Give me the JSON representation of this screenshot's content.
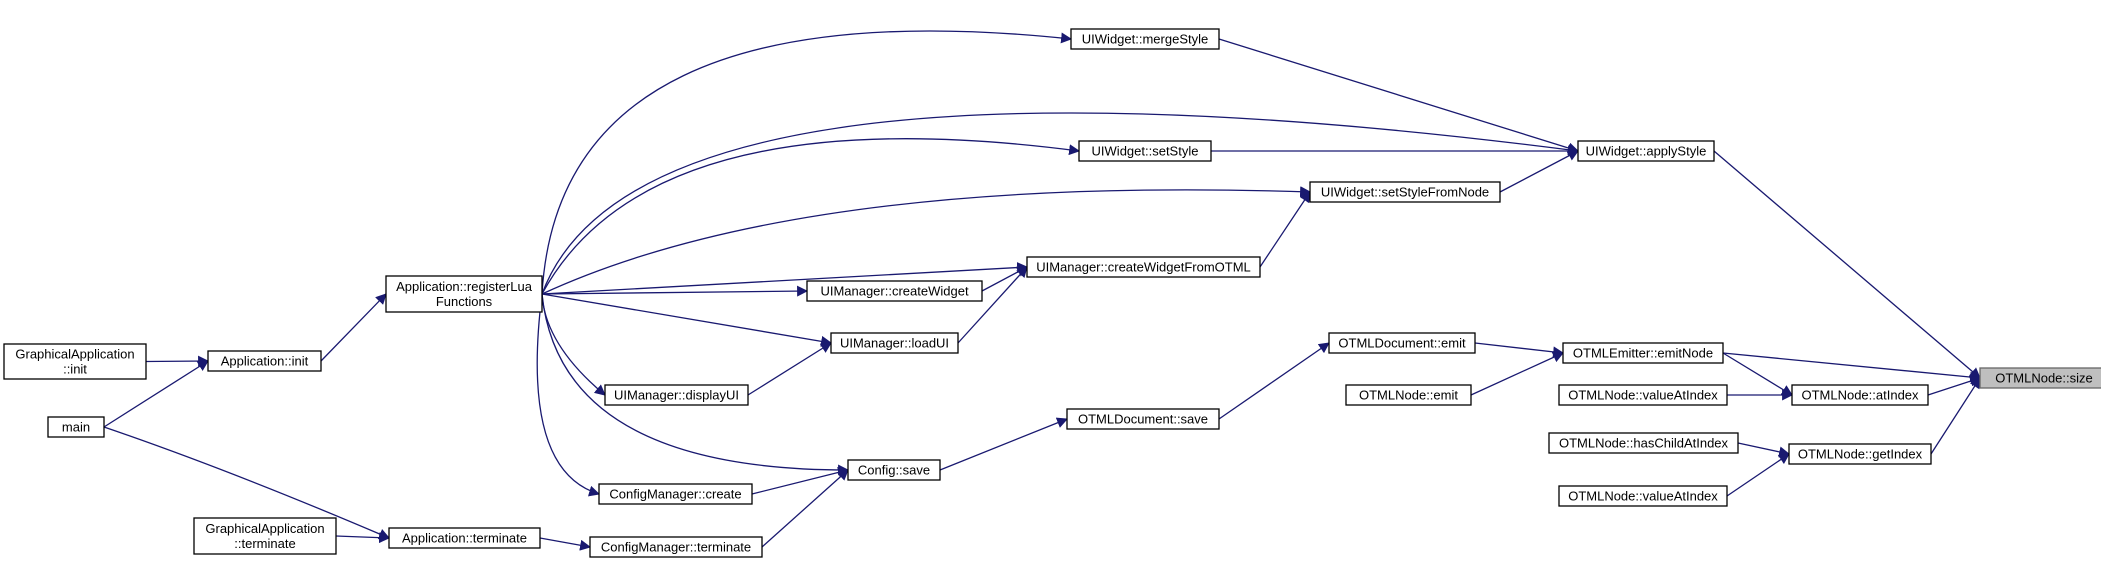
{
  "nodes": [
    {
      "id": "size",
      "lines": [
        "OTMLNode::size"
      ],
      "root": true
    },
    {
      "id": "applyStyle",
      "lines": [
        "UIWidget::applyStyle"
      ]
    },
    {
      "id": "emitNode",
      "lines": [
        "OTMLEmitter::emitNode"
      ]
    },
    {
      "id": "atIndex",
      "lines": [
        "OTMLNode::atIndex"
      ]
    },
    {
      "id": "getIndex",
      "lines": [
        "OTMLNode::getIndex"
      ]
    },
    {
      "id": "mergeStyle",
      "lines": [
        "UIWidget::mergeStyle"
      ]
    },
    {
      "id": "setStyle",
      "lines": [
        "UIWidget::setStyle"
      ]
    },
    {
      "id": "setStyleFromNode",
      "lines": [
        "UIWidget::setStyleFromNode"
      ]
    },
    {
      "id": "createWidgetFromOTML",
      "lines": [
        "UIManager::createWidgetFromOTML"
      ]
    },
    {
      "id": "createWidget",
      "lines": [
        "UIManager::createWidget"
      ]
    },
    {
      "id": "loadUI",
      "lines": [
        "UIManager::loadUI"
      ]
    },
    {
      "id": "displayUI",
      "lines": [
        "UIManager::displayUI"
      ]
    },
    {
      "id": "registerLua",
      "lines": [
        "Application::registerLua",
        "Functions"
      ]
    },
    {
      "id": "appInit",
      "lines": [
        "Application::init"
      ]
    },
    {
      "id": "gaInit",
      "lines": [
        "GraphicalApplication",
        "::init"
      ]
    },
    {
      "id": "main",
      "lines": [
        "main"
      ]
    },
    {
      "id": "docEmit",
      "lines": [
        "OTMLDocument::emit"
      ]
    },
    {
      "id": "nodeEmit",
      "lines": [
        "OTMLNode::emit"
      ]
    },
    {
      "id": "docSave",
      "lines": [
        "OTMLDocument::save"
      ]
    },
    {
      "id": "configSave",
      "lines": [
        "Config::save"
      ]
    },
    {
      "id": "cmCreate",
      "lines": [
        "ConfigManager::create"
      ]
    },
    {
      "id": "cmTerminate",
      "lines": [
        "ConfigManager::terminate"
      ]
    },
    {
      "id": "appTerminate",
      "lines": [
        "Application::terminate"
      ]
    },
    {
      "id": "gaTerminate",
      "lines": [
        "GraphicalApplication",
        "::terminate"
      ]
    },
    {
      "id": "valueAtIndex1",
      "lines": [
        "OTMLNode::valueAtIndex"
      ]
    },
    {
      "id": "hasChildAtIndex",
      "lines": [
        "OTMLNode::hasChildAtIndex"
      ]
    },
    {
      "id": "valueAtIndex2",
      "lines": [
        "OTMLNode::valueAtIndex"
      ]
    }
  ],
  "edges": [
    {
      "from": "applyStyle",
      "to": "size"
    },
    {
      "from": "emitNode",
      "to": "size"
    },
    {
      "from": "atIndex",
      "to": "size"
    },
    {
      "from": "getIndex",
      "to": "size"
    },
    {
      "from": "mergeStyle",
      "to": "applyStyle"
    },
    {
      "from": "setStyle",
      "to": "applyStyle"
    },
    {
      "from": "setStyleFromNode",
      "to": "applyStyle"
    },
    {
      "from": "registerLua",
      "to": "applyStyle"
    },
    {
      "from": "registerLua",
      "to": "mergeStyle"
    },
    {
      "from": "registerLua",
      "to": "setStyle"
    },
    {
      "from": "registerLua",
      "to": "setStyleFromNode"
    },
    {
      "from": "createWidgetFromOTML",
      "to": "setStyleFromNode"
    },
    {
      "from": "registerLua",
      "to": "createWidgetFromOTML"
    },
    {
      "from": "createWidget",
      "to": "createWidgetFromOTML"
    },
    {
      "from": "loadUI",
      "to": "createWidgetFromOTML"
    },
    {
      "from": "registerLua",
      "to": "createWidget"
    },
    {
      "from": "registerLua",
      "to": "loadUI"
    },
    {
      "from": "displayUI",
      "to": "loadUI"
    },
    {
      "from": "registerLua",
      "to": "displayUI"
    },
    {
      "from": "appInit",
      "to": "registerLua"
    },
    {
      "from": "gaInit",
      "to": "appInit"
    },
    {
      "from": "main",
      "to": "appInit"
    },
    {
      "from": "main",
      "to": "appTerminate"
    },
    {
      "from": "gaTerminate",
      "to": "appTerminate"
    },
    {
      "from": "appTerminate",
      "to": "cmTerminate"
    },
    {
      "from": "cmTerminate",
      "to": "configSave"
    },
    {
      "from": "cmCreate",
      "to": "configSave"
    },
    {
      "from": "registerLua",
      "to": "cmCreate"
    },
    {
      "from": "registerLua",
      "to": "configSave"
    },
    {
      "from": "configSave",
      "to": "docSave"
    },
    {
      "from": "docSave",
      "to": "docEmit"
    },
    {
      "from": "docEmit",
      "to": "emitNode"
    },
    {
      "from": "nodeEmit",
      "to": "emitNode"
    },
    {
      "from": "emitNode",
      "to": "atIndex"
    },
    {
      "from": "valueAtIndex1",
      "to": "atIndex"
    },
    {
      "from": "hasChildAtIndex",
      "to": "getIndex"
    },
    {
      "from": "valueAtIndex2",
      "to": "getIndex"
    }
  ]
}
